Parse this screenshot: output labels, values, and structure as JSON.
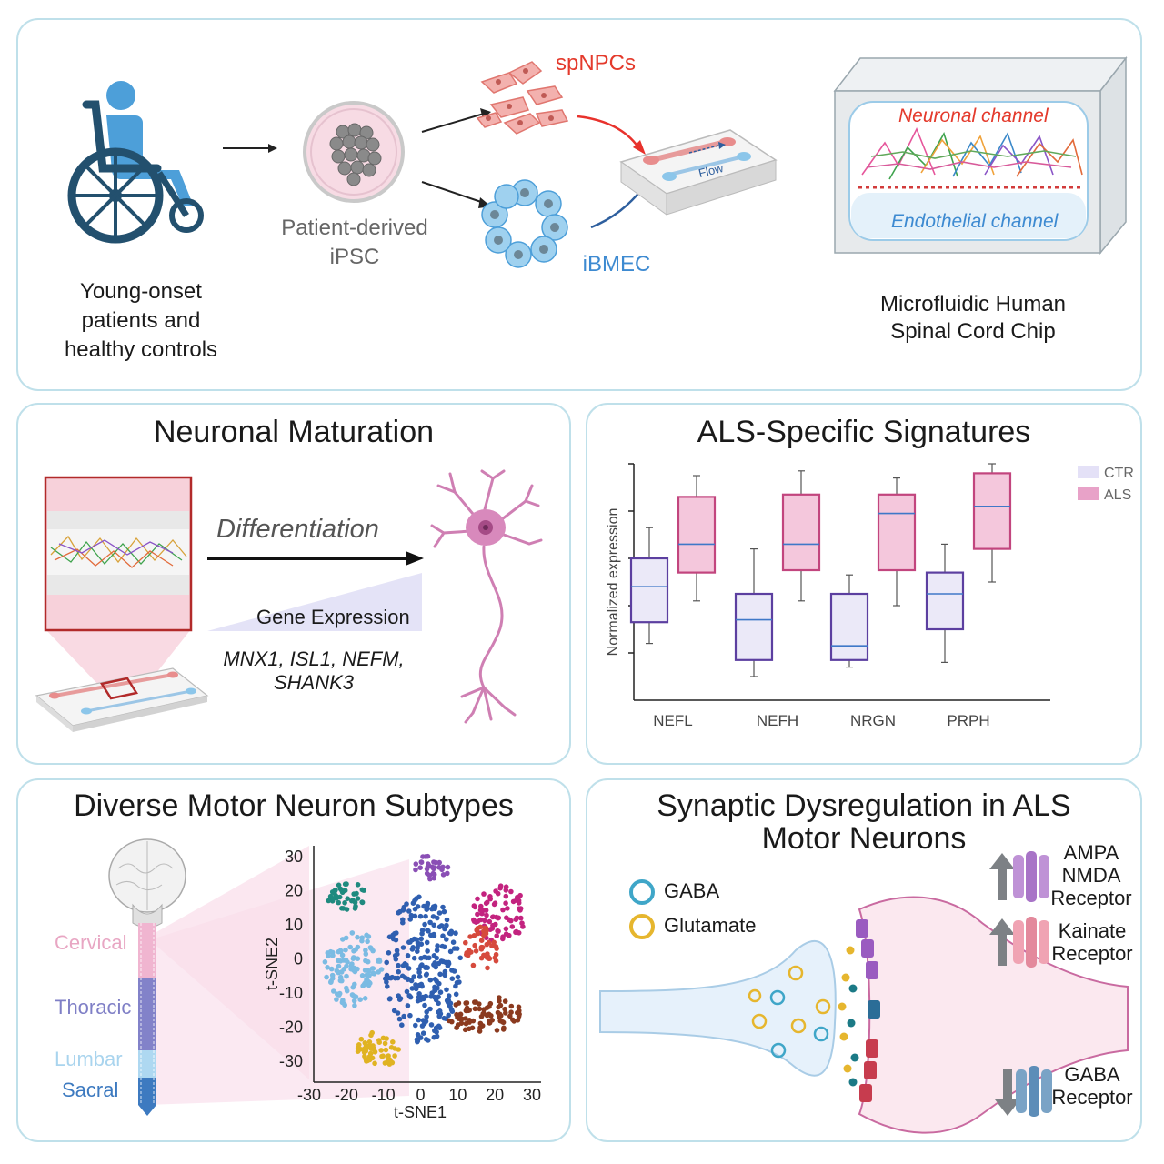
{
  "workflow": {
    "patients_label": "Young-onset patients and healthy controls",
    "ipsc_label": "Patient-derived iPSC",
    "spnpc_label": "spNPCs",
    "ibmec_label": "iBMEC",
    "flow_label": "Flow",
    "neuronal_channel": "Neuronal channel",
    "endothelial_channel": "Endothelial channel",
    "chip_label": "Microfluidic Human Spinal Cord Chip"
  },
  "maturation": {
    "title": "Neuronal Maturation",
    "differentiation": "Differentiation",
    "gene_expression": "Gene Expression",
    "genes_line1": "MNX1, ISL1, NEFM,",
    "genes_line2": "SHANK3"
  },
  "signatures": {
    "title": "ALS-Specific Signatures"
  },
  "subtypes": {
    "title": "Diverse Motor Neuron Subtypes",
    "regions": [
      "Cervical",
      "Thoracic",
      "Lumbar",
      "Sacral"
    ],
    "region_colors": [
      "#e8a6c3",
      "#7f7fc6",
      "#a9d4ee",
      "#3d7ac0"
    ],
    "tsne_xlabel": "t-SNE1",
    "tsne_ylabel": "t-SNE2",
    "tsne_xticks": [
      "-30",
      "-20",
      "-10",
      "0",
      "10",
      "20",
      "30"
    ],
    "tsne_yticks": [
      "30",
      "20",
      "10",
      "0",
      "-10",
      "-20",
      "-30"
    ]
  },
  "synaptic": {
    "title_line1": "Synaptic Dysregulation in ALS",
    "title_line2": "Motor Neurons",
    "gaba_legend": "GABA",
    "glutamate_legend": "Glutamate",
    "receptor1_line1": "AMPA",
    "receptor1_line2": "NMDA",
    "receptor1_line3": "Receptor",
    "receptor2_line1": "Kainate",
    "receptor2_line2": "Receptor",
    "receptor3_line1": "GABA",
    "receptor3_line2": "Receptor",
    "colors": {
      "gaba": "#3fa6c8",
      "glutamate": "#e6b62e"
    }
  },
  "chart_data": {
    "type": "box",
    "ylabel": "Normalized expression",
    "categories": [
      "NEFL",
      "NEFH",
      "NRGN",
      "PRPH"
    ],
    "legend": [
      "CTR",
      "ALS"
    ],
    "colors": {
      "CTR": "#5c3fa0",
      "ALS": "#c2457e",
      "CTR_fill": "#ebe9f8",
      "ALS_fill": "#f4c7dc",
      "median": "#3f78c8"
    },
    "series": [
      {
        "name": "CTR",
        "boxes": [
          {
            "min": 0.24,
            "q1": 0.33,
            "median": 0.48,
            "q3": 0.6,
            "max": 0.73
          },
          {
            "min": 0.1,
            "q1": 0.17,
            "median": 0.34,
            "q3": 0.45,
            "max": 0.64
          },
          {
            "min": 0.14,
            "q1": 0.17,
            "median": 0.23,
            "q3": 0.45,
            "max": 0.53
          },
          {
            "min": 0.16,
            "q1": 0.3,
            "median": 0.45,
            "q3": 0.54,
            "max": 0.66
          }
        ]
      },
      {
        "name": "ALS",
        "boxes": [
          {
            "min": 0.42,
            "q1": 0.54,
            "median": 0.66,
            "q3": 0.86,
            "max": 0.95
          },
          {
            "min": 0.42,
            "q1": 0.55,
            "median": 0.66,
            "q3": 0.87,
            "max": 0.97
          },
          {
            "min": 0.4,
            "q1": 0.55,
            "median": 0.79,
            "q3": 0.87,
            "max": 0.94
          },
          {
            "min": 0.5,
            "q1": 0.64,
            "median": 0.82,
            "q3": 0.96,
            "max": 1.0
          }
        ]
      }
    ],
    "ylim": [
      0,
      1
    ]
  }
}
